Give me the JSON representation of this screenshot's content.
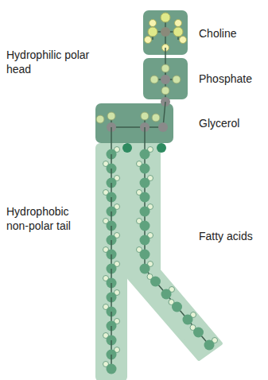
{
  "diagram": {
    "labels": [
      "Hydrophilic polar head",
      "Choline",
      "Phosphate",
      "Glycerol",
      "Hydrophobic non-polar tail",
      "Fatty acids"
    ]
  }
}
